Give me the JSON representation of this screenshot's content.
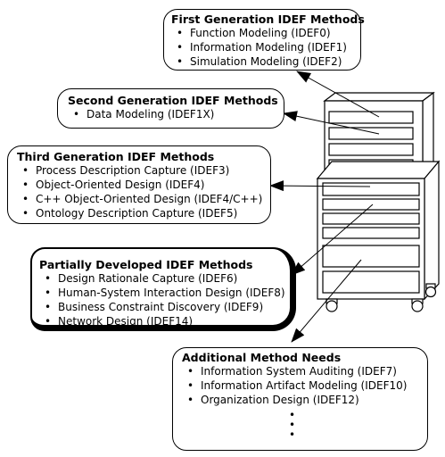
{
  "boxes": [
    {
      "title": "First Generation IDEF Methods",
      "items": [
        "Function Modeling (IDEF0)",
        "Information Modeling (IDEF1)",
        "Simulation Modeling (IDEF2)"
      ]
    },
    {
      "title": "Second Generation IDEF Methods",
      "items": [
        "Data Modeling (IDEF1X)"
      ]
    },
    {
      "title": "Third Generation IDEF Methods",
      "items": [
        "Process Description Capture (IDEF3)",
        "Object-Oriented Design (IDEF4)",
        "C++ Object-Oriented Design (IDEF4/C++)",
        "Ontology Description Capture (IDEF5)"
      ]
    },
    {
      "title": "Partially Developed IDEF Methods",
      "items": [
        "Design Rationale Capture (IDEF6)",
        "Human-System Interaction Design (IDEF8)",
        "Business Constraint Discovery (IDEF9)",
        "Network Design (IDEF14)"
      ]
    },
    {
      "title": "Additional Method Needs",
      "items": [
        "Information System Auditing (IDEF7)",
        "Information Artifact Modeling (IDEF10)",
        "Organization Design (IDEF12)"
      ]
    }
  ],
  "continuation": [
    "•",
    "•",
    "•"
  ]
}
